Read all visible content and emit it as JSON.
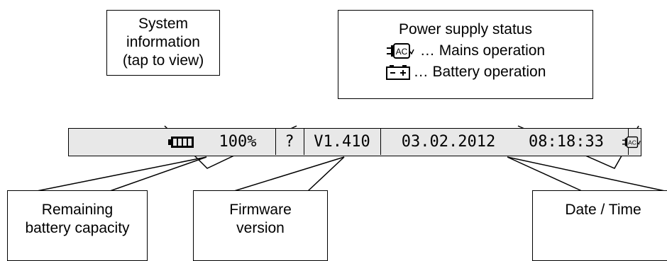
{
  "callouts": {
    "system_info": [
      "System",
      "information",
      "(tap to view)"
    ],
    "power_supply": {
      "title": "Power supply status",
      "mains_label": "… Mains operation",
      "battery_label": "… Battery operation",
      "mains_icon": "ac-plug-icon",
      "battery_icon": "battery-plus-minus-icon"
    },
    "battery_capacity": [
      "Remaining",
      "battery capacity"
    ],
    "firmware": [
      "Firmware",
      "version"
    ],
    "date_time": [
      "Date / Time"
    ]
  },
  "status_bar": {
    "battery_icon": "battery-level-icon",
    "battery_percent": "100%",
    "help_button": "?",
    "firmware_version": "V1.410",
    "date": "03.02.2012",
    "time": "08:18:33",
    "power_icon": "ac-plug-icon",
    "power_icon_text": "AC"
  }
}
